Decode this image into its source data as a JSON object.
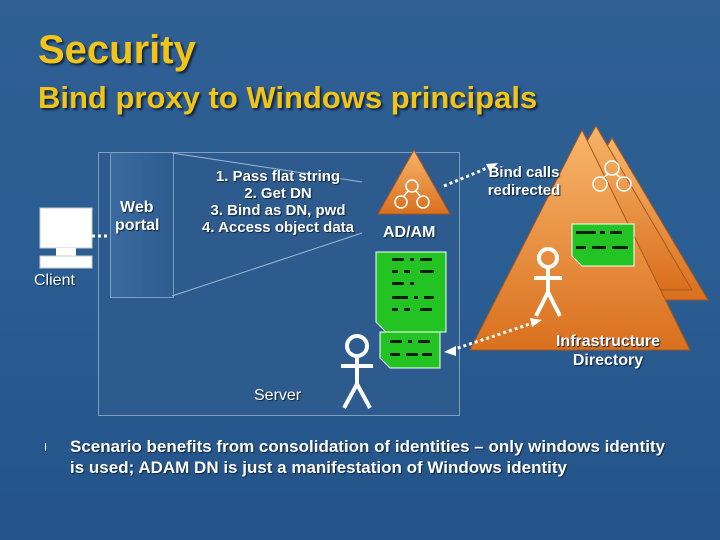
{
  "slide": {
    "title": "Security",
    "subtitle": "Bind proxy to Windows principals"
  },
  "diagram": {
    "web_portal_line1": "Web",
    "web_portal_line2": "portal",
    "steps": [
      "1. Pass flat string",
      "2. Get DN",
      "3. Bind as DN, pwd",
      "4. Access object data"
    ],
    "adam_label": "AD/AM",
    "bind_calls_line1": "Bind calls",
    "bind_calls_line2": "redirected",
    "client_label": "Client",
    "server_label": "Server",
    "infra_line1": "Infrastructure",
    "infra_line2": "Directory"
  },
  "bullet": {
    "marker": "l",
    "text": "Scenario benefits from consolidation of identities – only windows identity is used; ADAM DN is just a manifestation of Windows identity"
  },
  "colors": {
    "background": "#2a5d92",
    "title": "#f2c418",
    "triangle": "#e8852a",
    "document": "#22c322"
  }
}
